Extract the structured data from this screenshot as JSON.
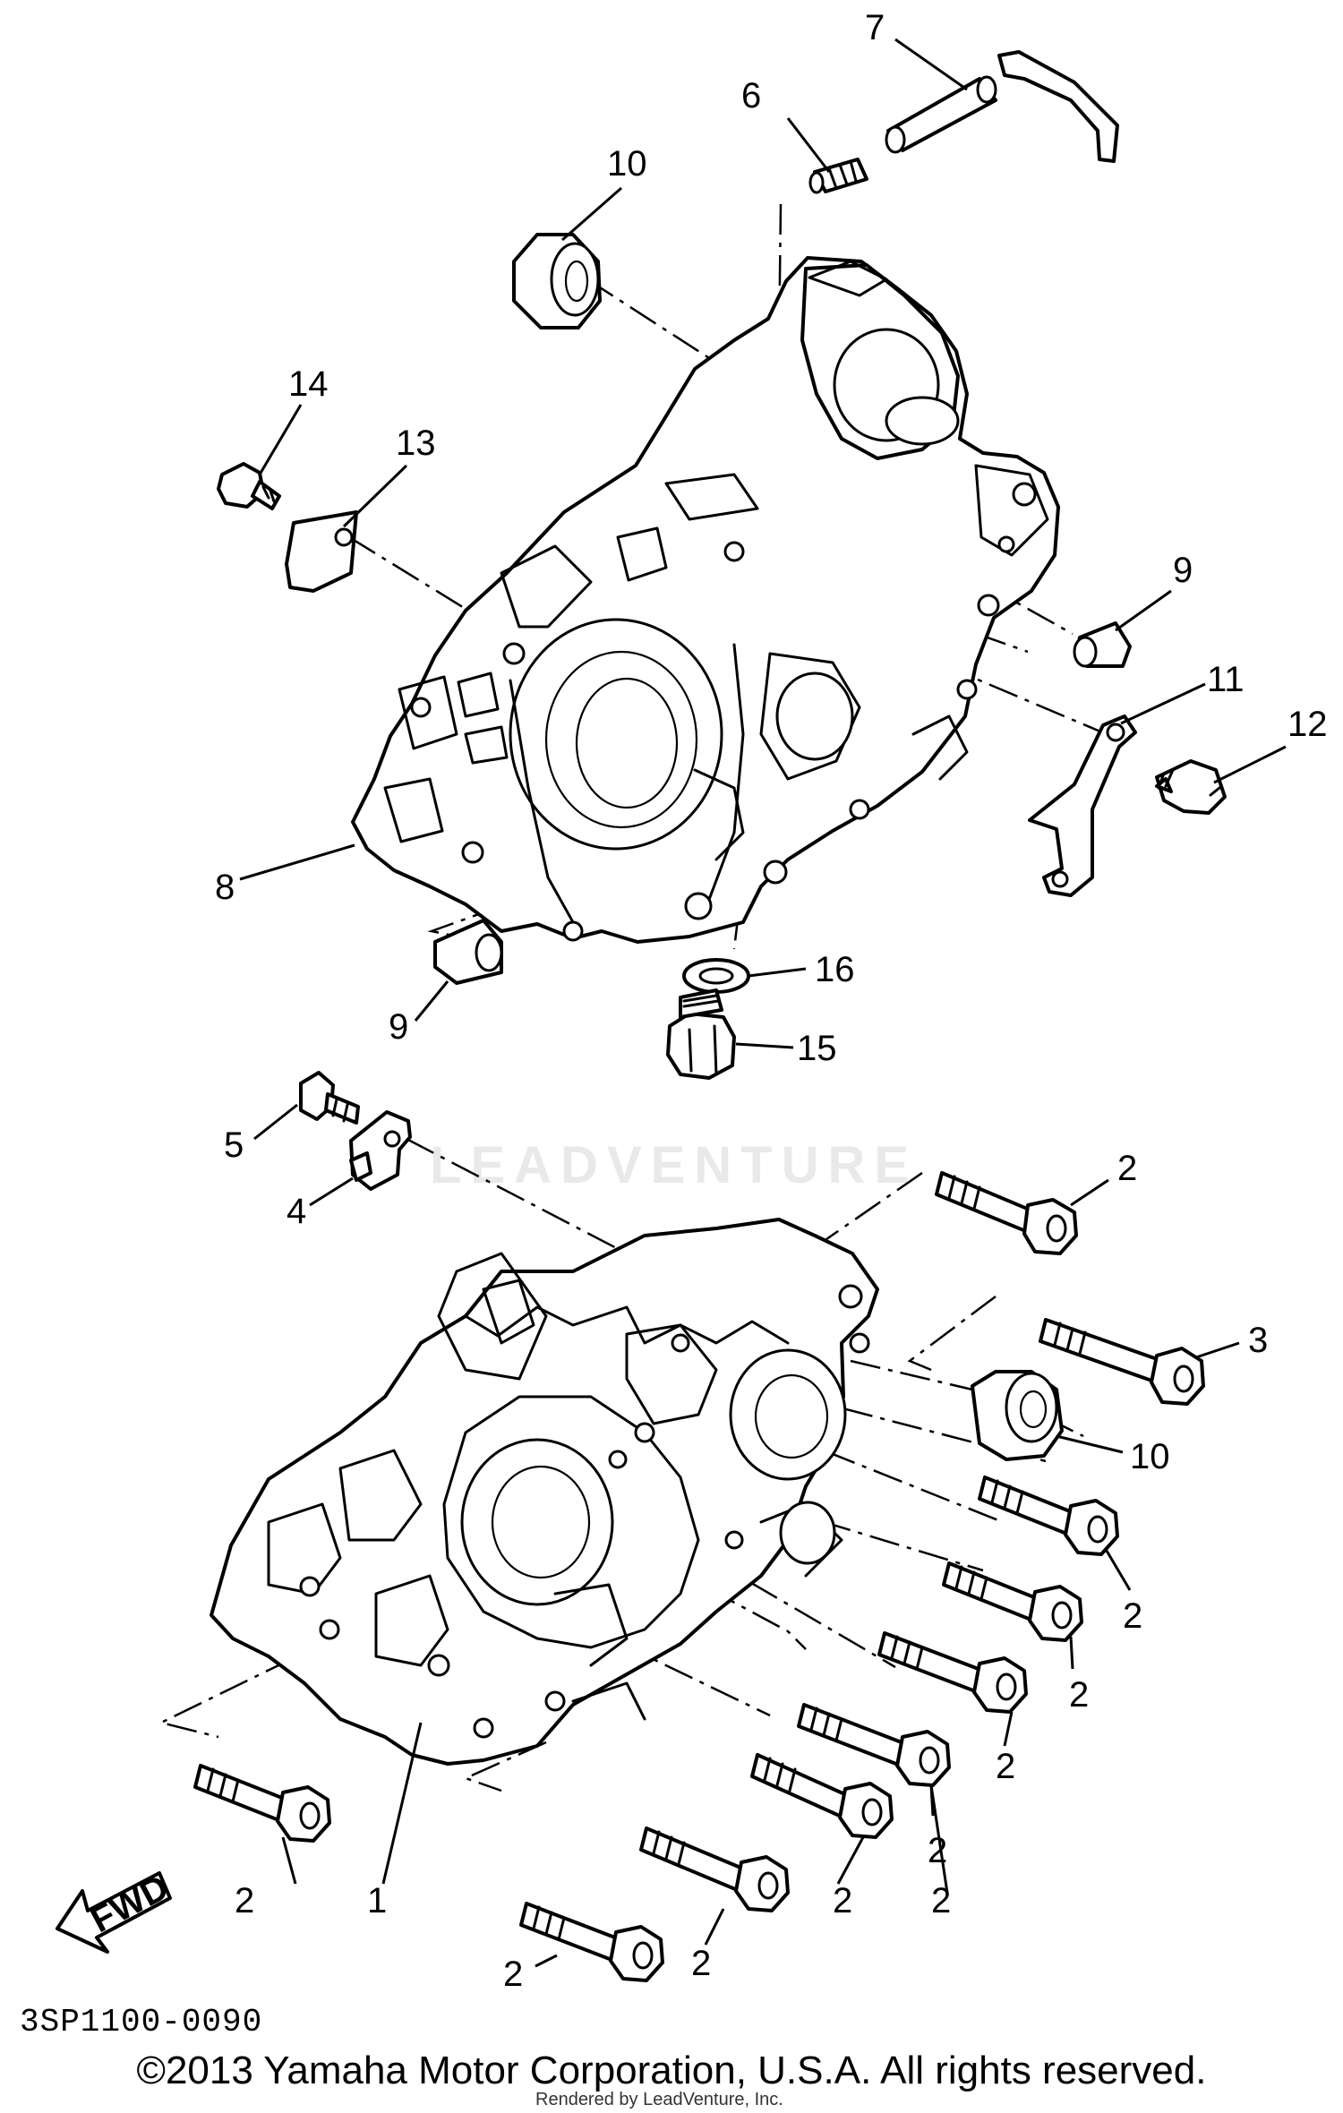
{
  "diagram": {
    "reference_code": "3SP1100-0090",
    "copyright": "©2013 Yamaha Motor Corporation, U.S.A. All rights reserved.",
    "render_note": "Rendered by LeadVenture, Inc.",
    "watermark": "LEADVENTURE",
    "fwd_label": "FWD"
  },
  "callouts": [
    {
      "id": "c7",
      "label": "7"
    },
    {
      "id": "c6",
      "label": "6"
    },
    {
      "id": "c10a",
      "label": "10"
    },
    {
      "id": "c14",
      "label": "14"
    },
    {
      "id": "c13",
      "label": "13"
    },
    {
      "id": "c9a",
      "label": "9"
    },
    {
      "id": "c11",
      "label": "11"
    },
    {
      "id": "c12",
      "label": "12"
    },
    {
      "id": "c8",
      "label": "8"
    },
    {
      "id": "c16",
      "label": "16"
    },
    {
      "id": "c9b",
      "label": "9"
    },
    {
      "id": "c15",
      "label": "15"
    },
    {
      "id": "c5",
      "label": "5"
    },
    {
      "id": "c4",
      "label": "4"
    },
    {
      "id": "c2a",
      "label": "2"
    },
    {
      "id": "c3",
      "label": "3"
    },
    {
      "id": "c10b",
      "label": "10"
    },
    {
      "id": "c2b",
      "label": "2"
    },
    {
      "id": "c2c",
      "label": "2"
    },
    {
      "id": "c2d",
      "label": "2"
    },
    {
      "id": "c2e",
      "label": "2"
    },
    {
      "id": "c2f",
      "label": "2"
    },
    {
      "id": "c2g",
      "label": "2"
    },
    {
      "id": "c2h",
      "label": "2"
    },
    {
      "id": "c1",
      "label": "1"
    },
    {
      "id": "c2i",
      "label": "2"
    },
    {
      "id": "c2j",
      "label": "2"
    }
  ]
}
